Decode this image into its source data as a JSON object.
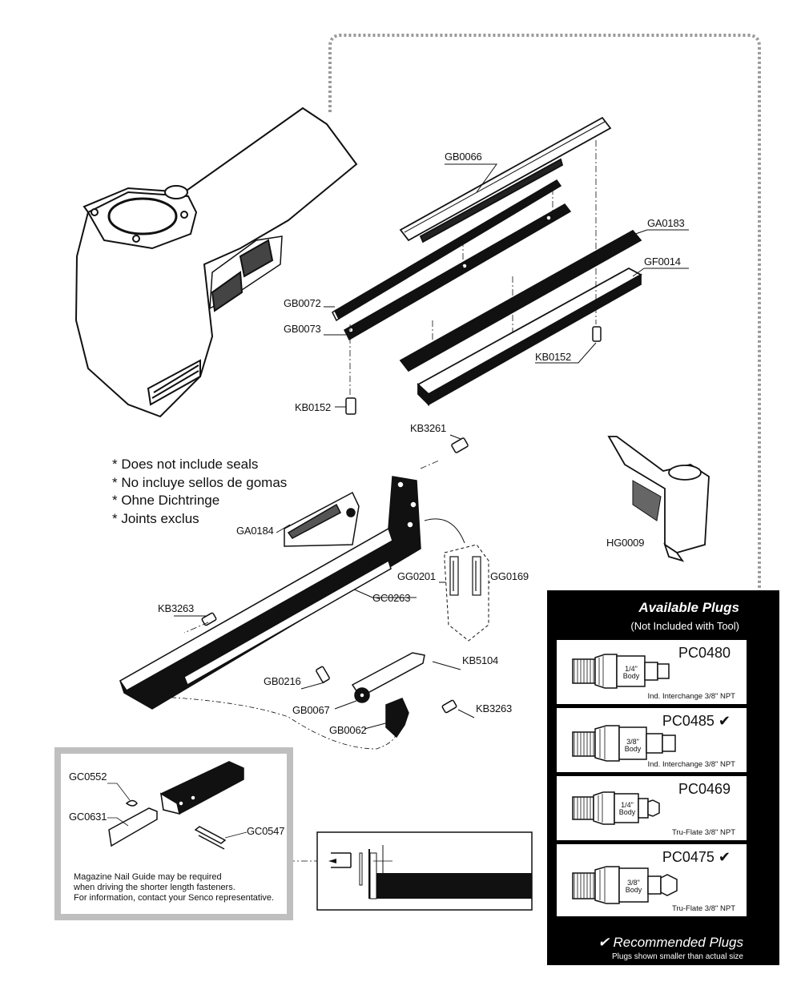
{
  "labels": {
    "gb0066": "GB0066",
    "ga0183": "GA0183",
    "gf0014": "GF0014",
    "gb0072": "GB0072",
    "gb0073": "GB0073",
    "kb0152_right": "KB0152",
    "kb0152_left": "KB0152",
    "kb3261": "KB3261",
    "ga0184": "GA0184",
    "hg0009": "HG0009",
    "gg0201": "GG0201",
    "gg0169": "GG0169",
    "gc0263": "GC0263",
    "kb3263_left": "KB3263",
    "kb5104": "KB5104",
    "gb0216": "GB0216",
    "gb0067": "GB0067",
    "gb0062": "GB0062",
    "kb3263_right": "KB3263",
    "gc0552": "GC0552",
    "gc0631": "GC0631",
    "gc0547": "GC0547"
  },
  "notes": [
    "* Does not include seals",
    "* No incluye sellos de gomas",
    "* Ohne Dichtringe",
    "* Joints exclus"
  ],
  "inset_note": [
    "Magazine Nail Guide may be required",
    "when driving the shorter length fasteners.",
    "For information, contact your Senco representative."
  ],
  "plugs": {
    "title": "Available Plugs",
    "subtitle": "(Not Included with Tool)",
    "items": [
      {
        "code": "PC0480",
        "check": "",
        "body": [
          "1/4\"",
          "Body"
        ],
        "desc": "Ind. Interchange 3/8\" NPT"
      },
      {
        "code": "PC0485",
        "check": "✔",
        "body": [
          "3/8\"",
          "Body"
        ],
        "desc": "Ind. Interchange 3/8\" NPT"
      },
      {
        "code": "PC0469",
        "check": "",
        "body": [
          "1/4\"",
          "Body"
        ],
        "desc": "Tru-Flate 3/8\" NPT"
      },
      {
        "code": "PC0475",
        "check": "✔",
        "body": [
          "3/8\"",
          "Body"
        ],
        "desc": "Tru-Flate 3/8\" NPT"
      }
    ],
    "recommended": "✔ Recommended Plugs",
    "recommended_sub": "Plugs shown smaller than actual size"
  }
}
